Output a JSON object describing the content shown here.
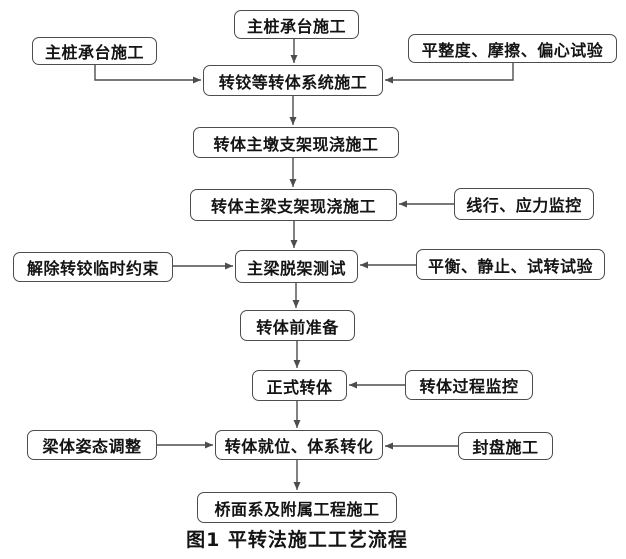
{
  "colors": {
    "box_border": "#4d4d4d",
    "connector": "#4d4d4d",
    "text": "#141414",
    "background": "#ffffff"
  },
  "flowchart": {
    "caption": "图1 平转法施工工艺流程",
    "nodes": {
      "main_pile_cap_top": "主桩承台施工",
      "main_pile_cap_left": "主桩承台施工",
      "flatness_friction_eccentricity_test": "平整度、摩擦、偏心试验",
      "rotation_hinge_system_construction": "转铰等转体系统施工",
      "pier_formwork_cast_in_place": "转体主墩支架现浇施工",
      "girder_formwork_cast_in_place": "转体主梁支架现浇施工",
      "alignment_stress_monitoring": "线行、应力监控",
      "release_temporary_restraint": "解除转铰临时约束",
      "girder_detach_test": "主梁脱架测试",
      "balance_static_trial_rotation_test": "平衡、静止、试转试验",
      "pre_rotation_preparation": "转体前准备",
      "official_rotation": "正式转体",
      "rotation_process_monitoring": "转体过程监控",
      "girder_posture_adjustment": "梁体姿态调整",
      "rotation_in_place_system_conversion": "转体就位、体系转化",
      "sealing_construction": "封盘施工",
      "deck_and_auxiliary_works": "桥面系及附属工程施工"
    }
  }
}
